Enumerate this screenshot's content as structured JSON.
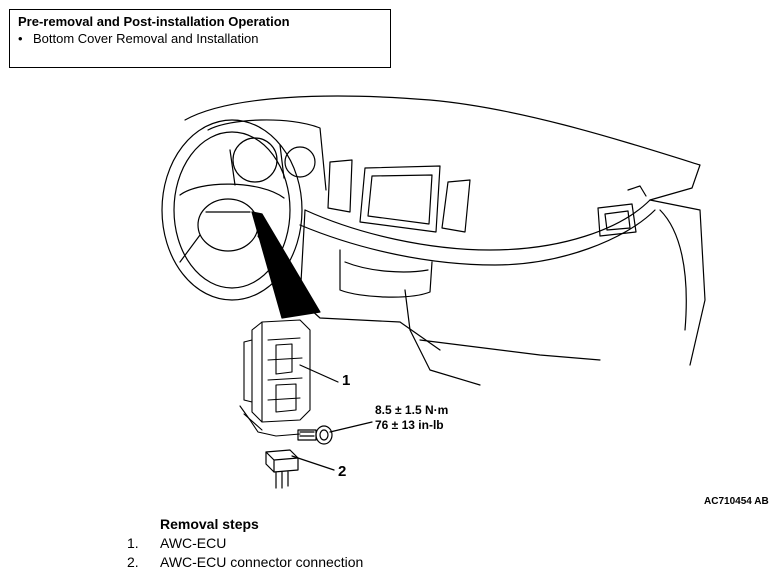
{
  "info_box": {
    "title": "Pre-removal and Post-installation Operation",
    "items": [
      {
        "bullet": "•",
        "text": "Bottom Cover Removal and Installation"
      }
    ]
  },
  "callouts": {
    "part_1": "1",
    "part_2": "2"
  },
  "torque": {
    "metric": "8.5 ± 1.5 N·m",
    "imperial": "76 ± 13 in-lb"
  },
  "figure_id": "AC710454 AB",
  "removal": {
    "title": "Removal steps",
    "steps": [
      {
        "num": "1.",
        "text": "AWC-ECU"
      },
      {
        "num": "2.",
        "text": "AWC-ECU connector connection"
      }
    ]
  }
}
